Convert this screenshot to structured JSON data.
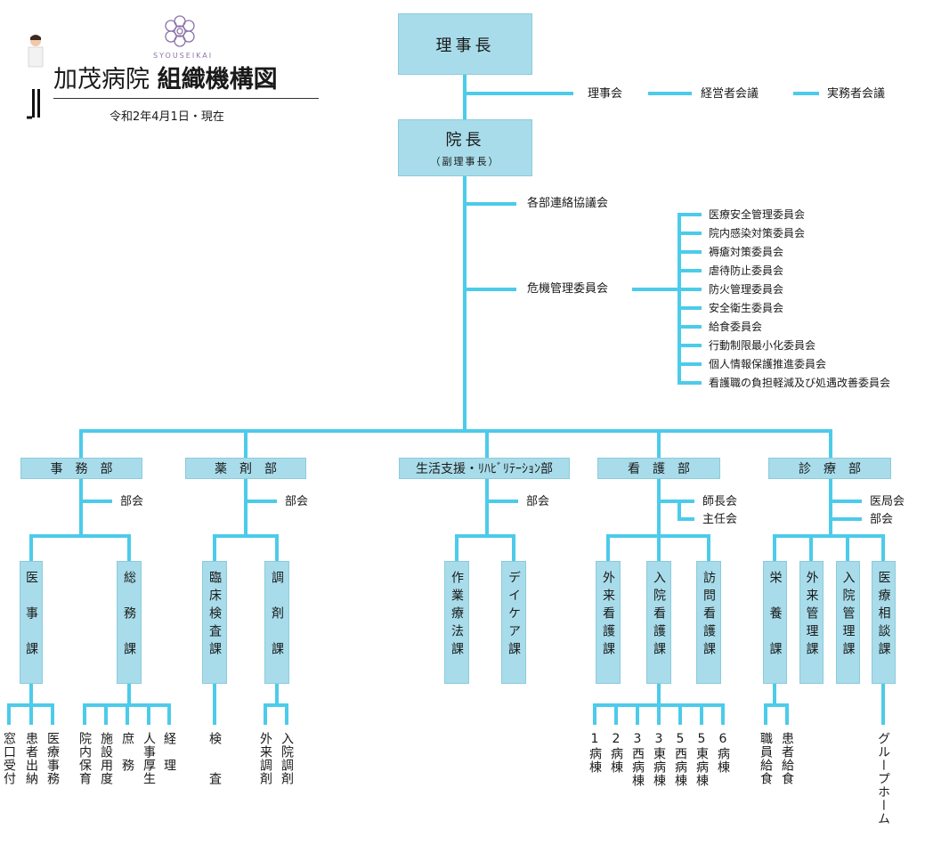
{
  "header": {
    "title_prefix": "加茂病院 ",
    "title_bold": "組織機構図",
    "date": "令和2年4月1日・現在",
    "brand": "SYOUSEIKAI"
  },
  "top": {
    "chairman": "理事長",
    "director": "院長",
    "director_sub": "（副理事長）",
    "board": "理事会",
    "managers_meeting": "経営者会議",
    "practitioners_meeting": "実務者会議",
    "liaison_council": "各部連絡協議会",
    "crisis_committee": "危機管理委員会"
  },
  "committees": [
    "医療安全管理委員会",
    "院内感染対策委員会",
    "褥瘡対策委員会",
    "虐待防止委員会",
    "防火管理委員会",
    "安全衛生委員会",
    "給食委員会",
    "行動制限最小化委員会",
    "個人情報保護推進委員会",
    "看護職の負担軽減及び処遇改善委員会"
  ],
  "departments": {
    "admin": "事　務　部",
    "pharmacy": "薬　剤　部",
    "rehab": "生活支援・ﾘﾊﾋﾞﾘﾃｰｼｮﾝ部",
    "nursing": "看　護　部",
    "clinical": "診　療　部"
  },
  "meetings": {
    "admin_bukai": "部会",
    "pharmacy_bukai": "部会",
    "rehab_bukai": "部会",
    "nursing_head": "師長会",
    "nursing_chief": "主任会",
    "clinical_ikyoku": "医局会",
    "clinical_bukai": "部会"
  },
  "sections": {
    "iji": "医事課",
    "somu": "総務課",
    "rinsho": "臨床検査課",
    "chozai": "調剤課",
    "sagyo": "作業療法課",
    "daycare": "デイケア課",
    "gairai_kango": "外来看護課",
    "nyuin_kango": "入院看護課",
    "homon_kango": "訪問看護課",
    "eiyo": "栄養課",
    "gairai_kanri": "外来管理課",
    "nyuin_kanri": "入院管理課",
    "soudan": "医療相談課"
  },
  "leaves": {
    "madoguchi": "窓口受付",
    "kanja_suino": "患者出納",
    "iryo_jimu": "医療事務",
    "innai_hoiku": "院内保育",
    "shisetsu": "施設用度",
    "shomu": "庶　務",
    "jinji": "人事厚生",
    "keiri": "経　理",
    "kensa": "検　　査",
    "gairai_chozai": "外来調剤",
    "nyuin_chozai": "入院調剤",
    "ward1": "1病棟",
    "ward2": "2病棟",
    "ward3w": "3西病棟",
    "ward3e": "3東病棟",
    "ward5w": "5西病棟",
    "ward5e": "5東病棟",
    "ward6": "6病棟",
    "shokuin_kyushoku": "職員給食",
    "kanja_kyushoku": "患者給食",
    "grouphome": "グループホーム"
  },
  "colors": {
    "box_fill": "#a8dcea",
    "line": "#4ccbea",
    "logo": "#8c73a8"
  },
  "icons": {
    "logo": "flower-emblem-icon",
    "person": "doctor-figure-icon"
  }
}
